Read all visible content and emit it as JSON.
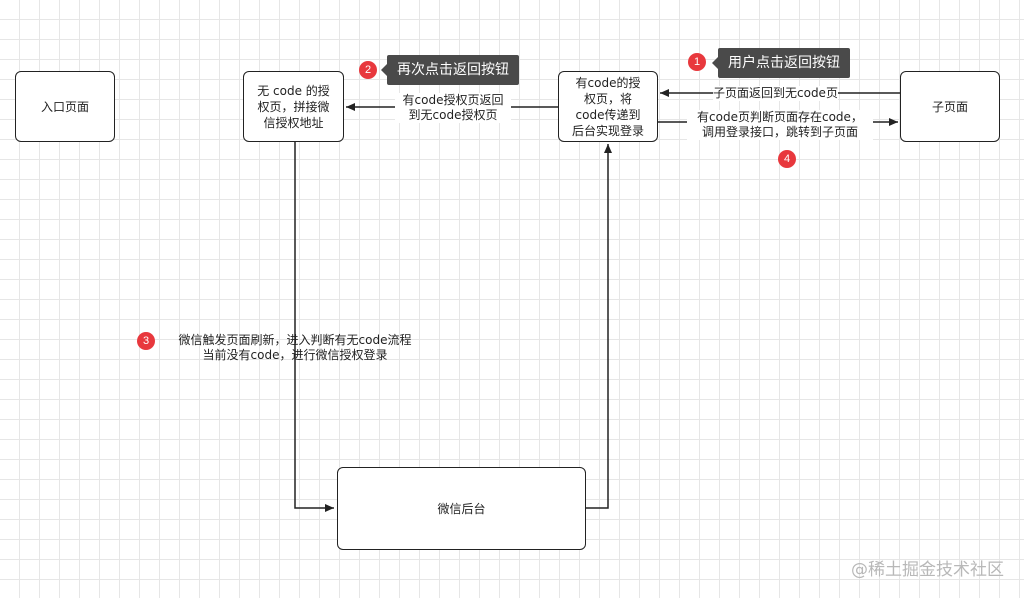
{
  "nodes": {
    "entry": "入口页面",
    "no_code": "无 code 的授\n权页，拼接微\n信授权地址",
    "with_code": "有code的授\n权页，将\ncode传递到\n后台实现登录",
    "child": "子页面",
    "wechat": "微信后台"
  },
  "edges": {
    "child_to_with": "子页面返回到无code页",
    "with_to_child": "有code页判断页面存在code，\n调用登录接口，跳转到子页面",
    "with_to_no": "有code授权页返回\n到无code授权页",
    "refresh": "微信触发页面刷新，进入判断有无code流程\n当前没有code，进行微信授权登录"
  },
  "steps": [
    {
      "num": "1",
      "callout": "用户点击返回按钮"
    },
    {
      "num": "2",
      "callout": "再次点击返回按钮"
    },
    {
      "num": "3"
    },
    {
      "num": "4"
    }
  ],
  "watermark": "@稀土掘金技术社区",
  "colors": {
    "badge": "#e8383d",
    "callout": "#4a4a4a",
    "line": "#222222"
  }
}
